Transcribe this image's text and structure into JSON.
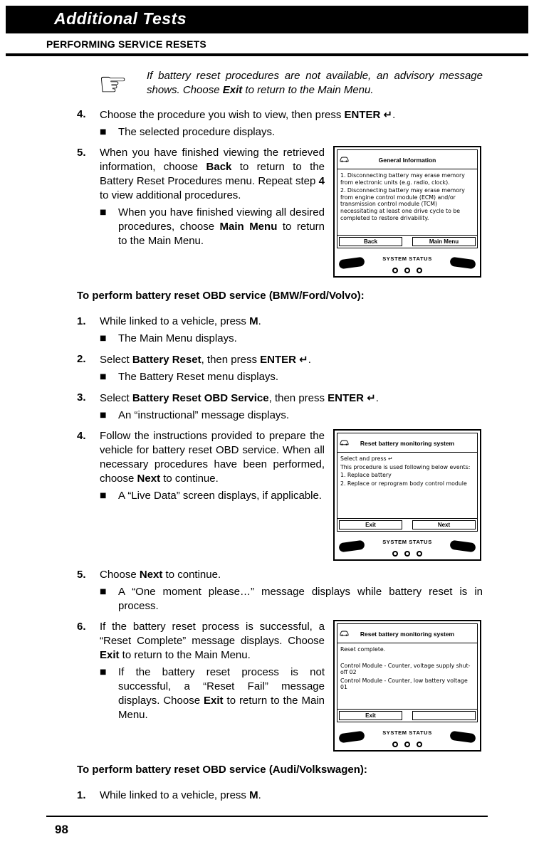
{
  "page": {
    "number": "98"
  },
  "header": {
    "title": "Additional Tests",
    "subtitle": "PERFORMING SERVICE RESETS"
  },
  "icons": {
    "note_hand": "☞",
    "bullet": "■"
  },
  "note": {
    "segments": [
      {
        "t": "If battery reset procedures are not available, an advisory message shows. Choose "
      },
      {
        "b": "Exit"
      },
      {
        "t": " to return to the Main Menu."
      }
    ]
  },
  "steps_a": [
    {
      "num": "4.",
      "segments": [
        {
          "t": "Choose the procedure you wish to view, then press "
        },
        {
          "b": "ENTER"
        },
        {
          "t": " "
        },
        {
          "icon": "enter-key-icon",
          "glyph": "↵"
        },
        {
          "t": "."
        }
      ],
      "bullet": {
        "segments": [
          {
            "t": "The selected procedure displays."
          }
        ]
      }
    },
    {
      "num": "5.",
      "segments": [
        {
          "t": "When you have finished viewing the retrieved information, choose "
        },
        {
          "b": "Back"
        },
        {
          "t": " to return to the Battery Reset Procedures menu. Repeat step "
        },
        {
          "b": "4"
        },
        {
          "t": " to view additional procedures."
        }
      ],
      "bullet": {
        "segments": [
          {
            "t": "When you have finished viewing all desired procedures, choose "
          },
          {
            "b": "Main Menu"
          },
          {
            "t": " to return to the Main Menu."
          }
        ]
      }
    }
  ],
  "headings": {
    "bmw": "To perform battery reset OBD service (BMW/Ford/Volvo):",
    "audi": "To perform battery reset OBD service (Audi/Volkswagen):"
  },
  "steps_b": [
    {
      "num": "1.",
      "segments": [
        {
          "t": "While linked to a vehicle, press "
        },
        {
          "b": "M"
        },
        {
          "t": "."
        }
      ],
      "bullet": {
        "segments": [
          {
            "t": "The Main Menu displays."
          }
        ]
      }
    },
    {
      "num": "2.",
      "segments": [
        {
          "t": "Select "
        },
        {
          "b": "Battery Reset"
        },
        {
          "t": ", then press "
        },
        {
          "b": "ENTER"
        },
        {
          "t": " "
        },
        {
          "icon": "enter-key-icon",
          "glyph": "↵"
        },
        {
          "t": "."
        }
      ],
      "bullet": {
        "segments": [
          {
            "t": "The Battery Reset menu displays."
          }
        ]
      }
    },
    {
      "num": "3.",
      "segments": [
        {
          "t": "Select "
        },
        {
          "b": "Battery Reset OBD Service"
        },
        {
          "t": ", then press "
        },
        {
          "b": "ENTER"
        },
        {
          "t": " "
        },
        {
          "icon": "enter-key-icon",
          "glyph": "↵"
        },
        {
          "t": "."
        }
      ],
      "bullet": {
        "segments": [
          {
            "t": "An “instructional” message displays."
          }
        ]
      }
    },
    {
      "num": "4.",
      "segments": [
        {
          "t": "Follow the instructions provided to prepare the vehicle for battery reset OBD service. When all necessary procedures have been performed, choose "
        },
        {
          "b": "Next"
        },
        {
          "t": " to continue."
        }
      ],
      "bullet": {
        "segments": [
          {
            "t": "A “Live Data” screen displays, if applicable."
          }
        ]
      }
    },
    {
      "num": "5.",
      "segments": [
        {
          "t": "Choose "
        },
        {
          "b": "Next"
        },
        {
          "t": " to continue."
        }
      ],
      "bullet": {
        "segments": [
          {
            "t": "A “One moment please…” message displays while battery reset is in process."
          }
        ]
      }
    },
    {
      "num": "6.",
      "segments": [
        {
          "t": "If the battery reset process is successful, a “Reset Complete” message displays. Choose "
        },
        {
          "b": "Exit"
        },
        {
          "t": " to return to the Main Menu."
        }
      ],
      "bullet": {
        "segments": [
          {
            "t": "If the battery reset process is not successful, a “Reset Fail” message displays. Choose "
          },
          {
            "b": "Exit"
          },
          {
            "t": " to return to the Main Menu."
          }
        ]
      }
    }
  ],
  "steps_c": [
    {
      "num": "1.",
      "segments": [
        {
          "t": "While linked to a vehicle, press "
        },
        {
          "b": "M"
        },
        {
          "t": "."
        }
      ]
    }
  ],
  "devices": [
    {
      "title": "General Information",
      "body": [
        "1. Disconnecting battery may erase memory from electronic units (e.g. radio, clock).",
        "2. Disconnecting battery may erase memory from engine control module (ECM) and/or transmission control module (TCM) necessitating at least one drive cycle to be completed to restore drivability."
      ],
      "buttons": [
        "Back",
        "Main Menu"
      ],
      "status_label": "SYSTEM STATUS"
    },
    {
      "title": "Reset battery monitoring system",
      "body": [
        "Select and press ↵",
        "This procedure is used following below events:",
        "1. Replace battery",
        "2. Replace or reprogram body control module"
      ],
      "buttons": [
        "Exit",
        "Next"
      ],
      "status_label": "SYSTEM STATUS"
    },
    {
      "title": "Reset battery monitoring system",
      "body": [
        "Reset complete.",
        "",
        "Control Module - Counter, voltage supply shut-off 02",
        "Control Module - Counter, low battery voltage 01"
      ],
      "buttons": [
        "Exit",
        ""
      ],
      "status_label": "SYSTEM STATUS"
    }
  ]
}
